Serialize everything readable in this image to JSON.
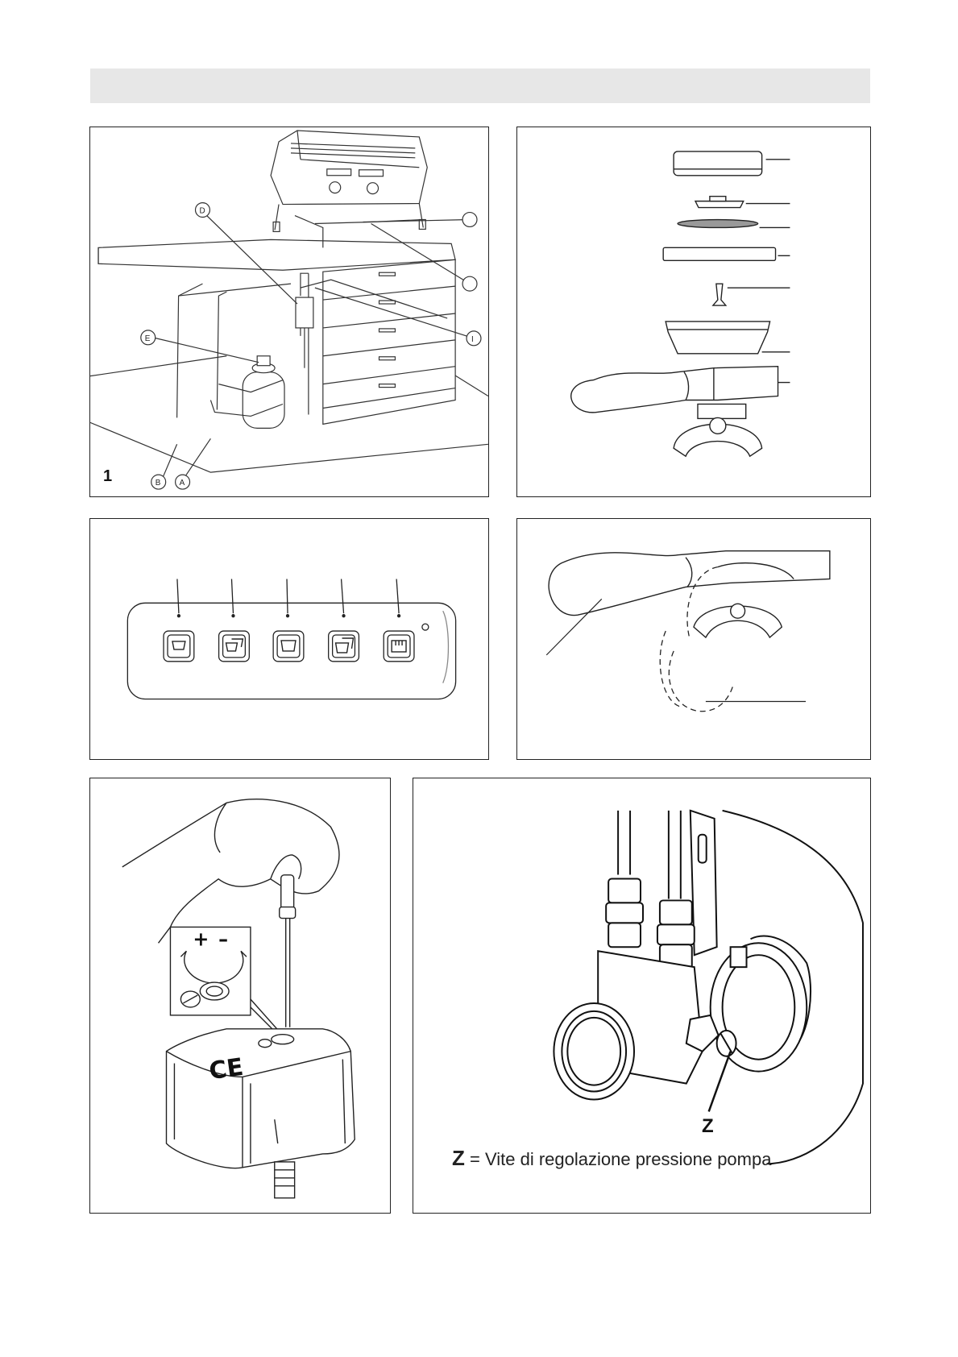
{
  "figure1": {
    "number": "1",
    "callouts": [
      "D",
      "E",
      "I",
      "B",
      "A"
    ]
  },
  "figure6": {
    "z_label": "Z",
    "caption_key": "Z",
    "caption_text": "= Vite di regolazione pressione pompa"
  },
  "keypad": {
    "buttons": [
      "single-espresso-icon",
      "double-espresso-icon",
      "single-coffee-icon",
      "double-coffee-icon",
      "continuous-dispense-icon"
    ]
  },
  "pressure_switch": {
    "plus": "+",
    "minus": "–",
    "ce": "CE"
  }
}
